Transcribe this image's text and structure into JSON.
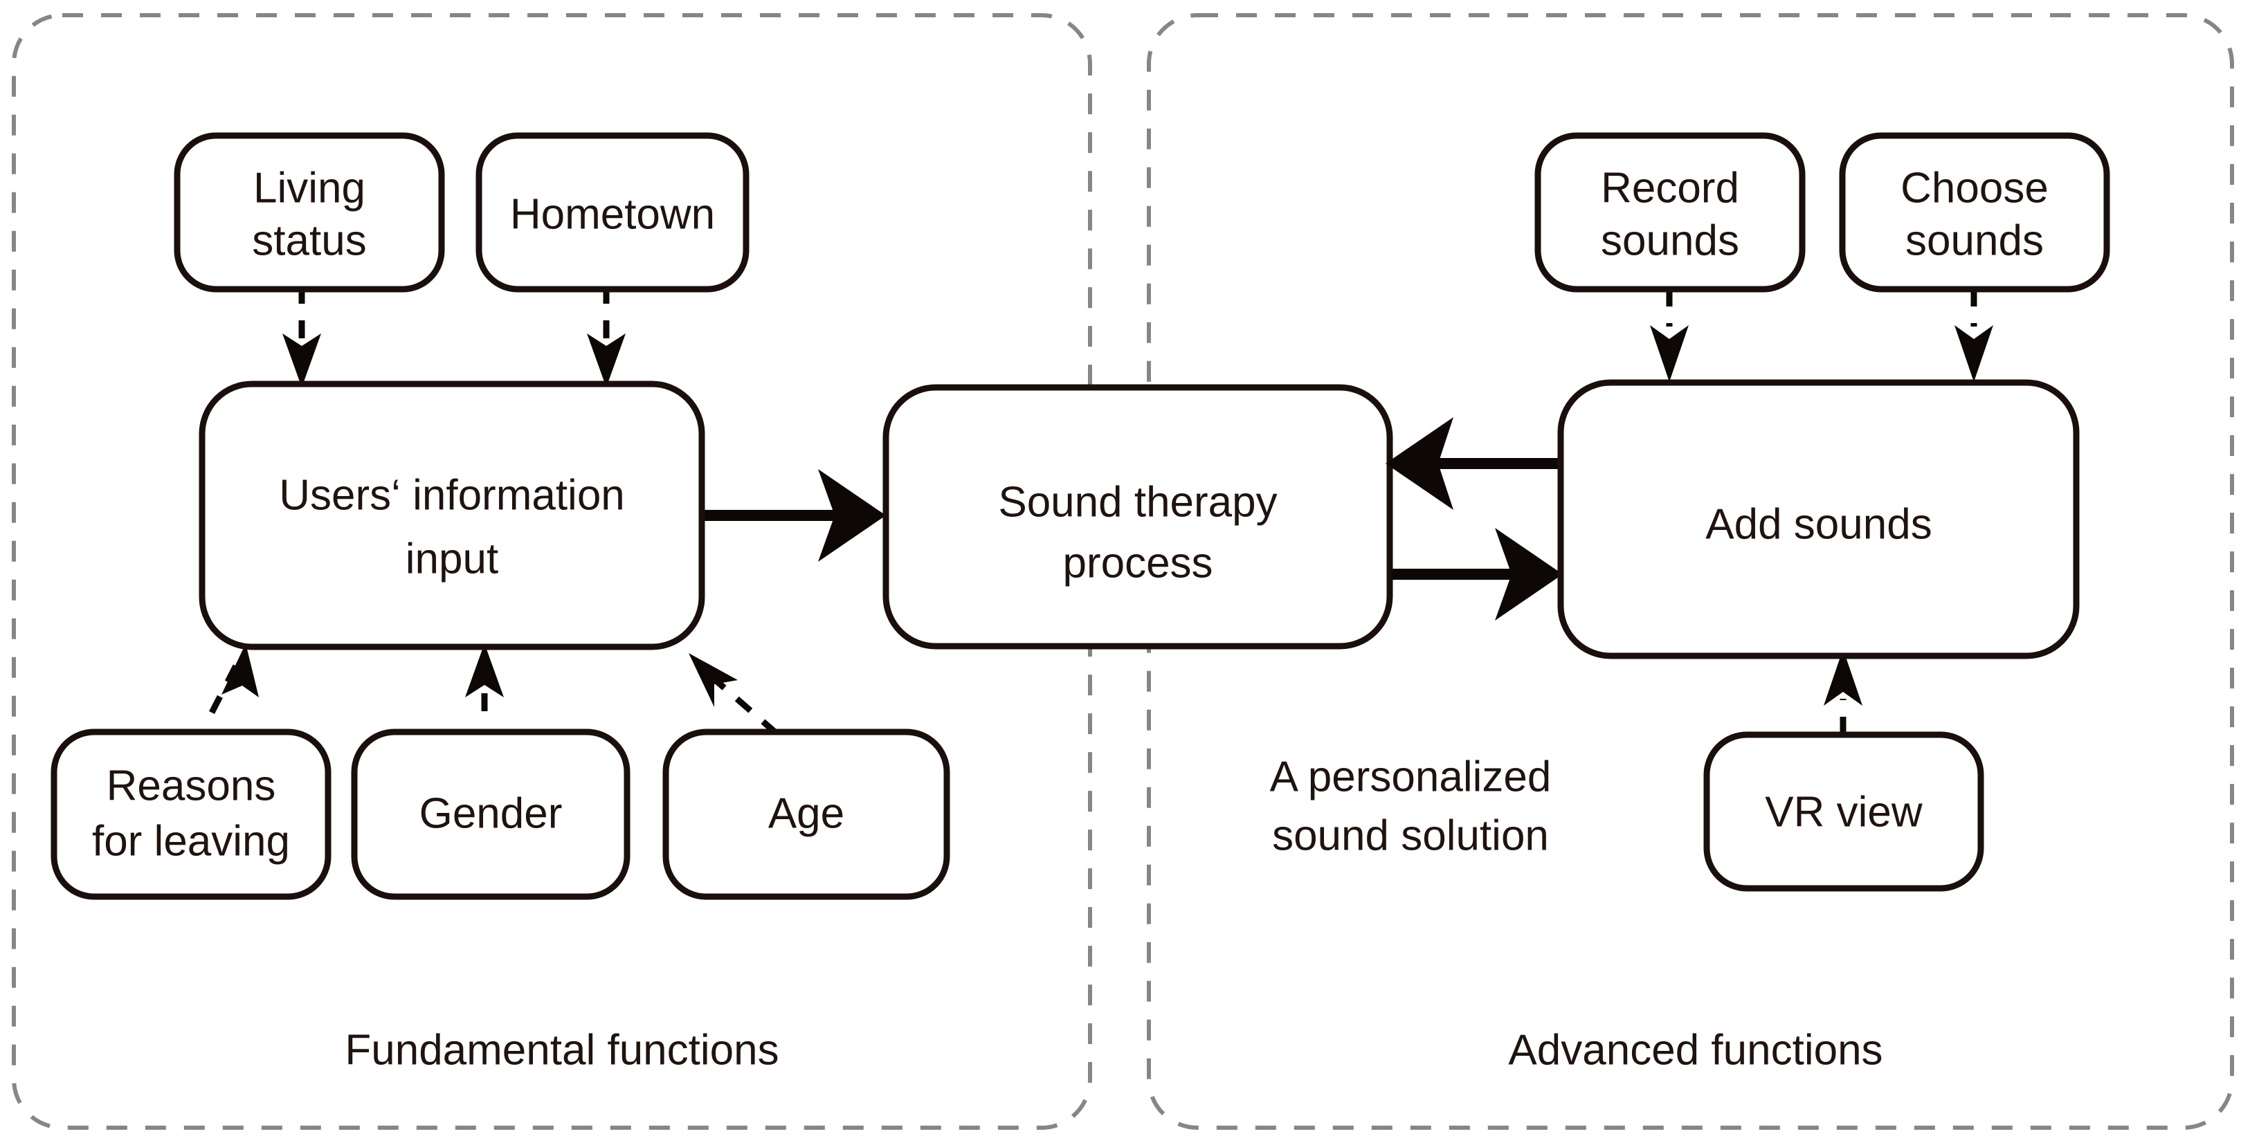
{
  "diagram": {
    "title_hidden": "",
    "panels": [
      {
        "id": "fundamental",
        "caption": "Fundamental functions",
        "nodes": [
          {
            "id": "living-status",
            "lines": [
              "Living",
              "status"
            ]
          },
          {
            "id": "hometown",
            "lines": [
              "Hometown"
            ]
          },
          {
            "id": "users-information-input",
            "lines": [
              "Users‘ information",
              "input"
            ]
          },
          {
            "id": "reasons-for-leaving",
            "lines": [
              "Reasons",
              "for leaving"
            ]
          },
          {
            "id": "gender",
            "lines": [
              "Gender"
            ]
          },
          {
            "id": "age",
            "lines": [
              "Age"
            ]
          },
          {
            "id": "sound-therapy-process",
            "lines": [
              "Sound therapy",
              "process"
            ]
          }
        ]
      },
      {
        "id": "advanced",
        "caption": "Advanced functions",
        "nodes": [
          {
            "id": "record-sounds",
            "lines": [
              "Record",
              "sounds"
            ]
          },
          {
            "id": "choose-sounds",
            "lines": [
              "Choose",
              "sounds"
            ]
          },
          {
            "id": "add-sounds",
            "lines": [
              "Add sounds"
            ]
          },
          {
            "id": "vr-view",
            "lines": [
              "VR view"
            ]
          }
        ],
        "free_text": {
          "id": "personalized-sound-solution",
          "lines": [
            "A personalized",
            "sound solution"
          ]
        }
      }
    ],
    "colors": {
      "panel_border": "#868686",
      "node_border": "#1a0f0d",
      "node_fill": "#ffffff",
      "text": "#1f1310",
      "connector": "#0d0806",
      "background": "#ffffff"
    },
    "labels": {
      "living_status_l1": "Living",
      "living_status_l2": "status",
      "hometown": "Hometown",
      "users_input_l1": "Users‘ information",
      "users_input_l2": "input",
      "reasons_l1": "Reasons",
      "reasons_l2": "for leaving",
      "gender": "Gender",
      "age": "Age",
      "sound_therapy_l1": "Sound therapy",
      "sound_therapy_l2": "process",
      "record_sounds_l1": "Record",
      "record_sounds_l2": "sounds",
      "choose_sounds_l1": "Choose",
      "choose_sounds_l2": "sounds",
      "add_sounds": "Add sounds",
      "vr_view": "VR view",
      "personalized_l1": "A personalized",
      "personalized_l2": "sound solution",
      "caption_fundamental": "Fundamental functions",
      "caption_advanced": "Advanced functions"
    }
  }
}
